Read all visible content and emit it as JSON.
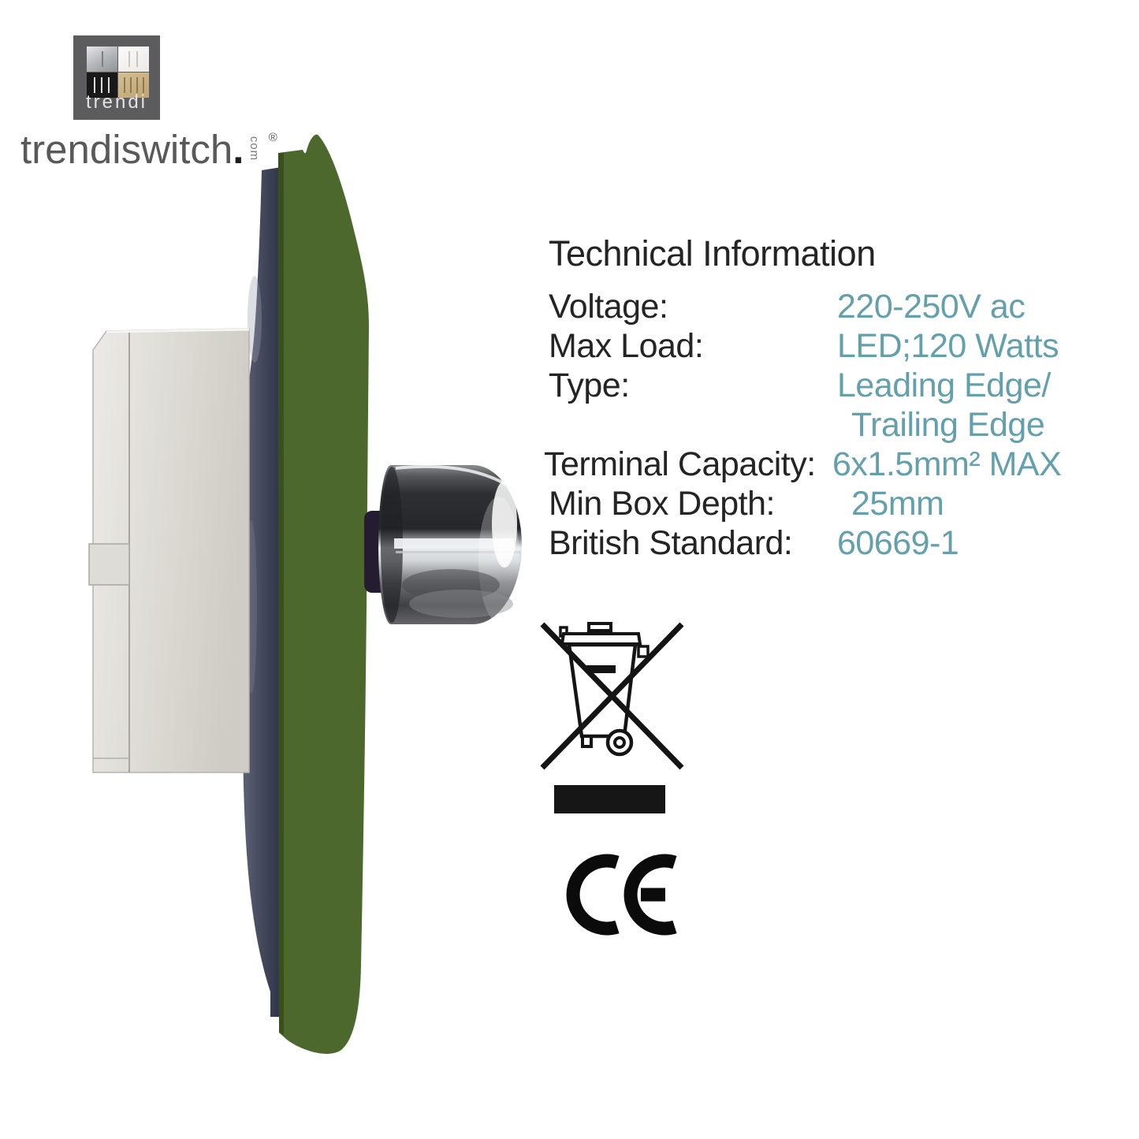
{
  "colors": {
    "plate_green": "#4d682c",
    "accent_teal": "#64a0ac",
    "text_ink": "#2e2e2e",
    "logo_bg": "#5c5b5d"
  },
  "brand": {
    "logo_text": "trendi",
    "wordmark": "trendiswitch",
    "wordmark_dot": ".",
    "wordmark_com": "com",
    "registered_mark": "®"
  },
  "technical": {
    "heading": "Technical Information",
    "rows": [
      {
        "label": "Voltage:",
        "value": "220-250V ac"
      },
      {
        "label": "Max Load:",
        "value": "LED;120 Watts"
      },
      {
        "label": "Type:",
        "value": "Leading Edge/",
        "value_line2": "Trailing Edge"
      },
      {
        "label": "Terminal Capacity:",
        "value": "6x1.5mm² MAX"
      },
      {
        "label": "Min Box Depth:",
        "value": "25mm"
      },
      {
        "label": "British Standard:",
        "value": "60669-1"
      }
    ]
  },
  "compliance": {
    "ce_mark": "CE",
    "weee_symbol": "crossed-out-wheelie-bin"
  }
}
